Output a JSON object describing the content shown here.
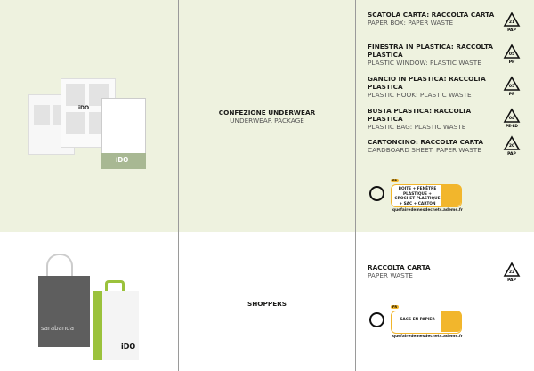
{
  "rows": [
    {
      "product_it": "CONFEZIONE UNDERWEAR",
      "product_en": "UNDERWEAR PACKAGE",
      "image_brand": "iDO",
      "components": [
        {
          "it": "SCATOLA CARTA: RACCOLTA CARTA",
          "en": "PAPER BOX: PAPER WASTE",
          "code": "21",
          "material": "PAP"
        },
        {
          "it": "FINESTRA IN PLASTICA: RACCOLTA PLASTICA",
          "en": "PLASTIC WINDOW: PLASTIC WASTE",
          "code": "05",
          "material": "PP"
        },
        {
          "it": "GANCIO IN PLASTICA: RACCOLTA PLASTICA",
          "en": "PLASTIC HOOK: PLASTIC WASTE",
          "code": "05",
          "material": "PP"
        },
        {
          "it": "BUSTA PLASTICA: RACCOLTA PLASTICA",
          "en": "PLASTIC BAG: PLASTIC WASTE",
          "code": "04",
          "material": "PE-LD"
        },
        {
          "it": "CARTONCINO: RACCOLTA CARTA",
          "en": "CARDBOARD SHEET: PAPER WASTE",
          "code": "20",
          "material": "PAP"
        }
      ],
      "triman": {
        "country": "FR",
        "text": "BOITE + FENÊTRE PLASTIQUE + CROCHET PLASTIQUE + SAC + CARTON",
        "url": "quefairedemesdechets.ademe.fr"
      }
    },
    {
      "product_it": "SHOPPERS",
      "image_brands": [
        "sarabanda",
        "iDO"
      ],
      "components": [
        {
          "it": "RACCOLTA CARTA",
          "en": "PAPER WASTE",
          "code": "22",
          "material": "PAP"
        }
      ],
      "triman": {
        "country": "FR",
        "text": "SACS EN PAPIER",
        "url": "quefairedemesdechets.ademe.fr"
      }
    }
  ],
  "colors": {
    "top_bg": "#eef2df",
    "triman": "#f2b62c",
    "ido_green": "#9bc23c"
  }
}
